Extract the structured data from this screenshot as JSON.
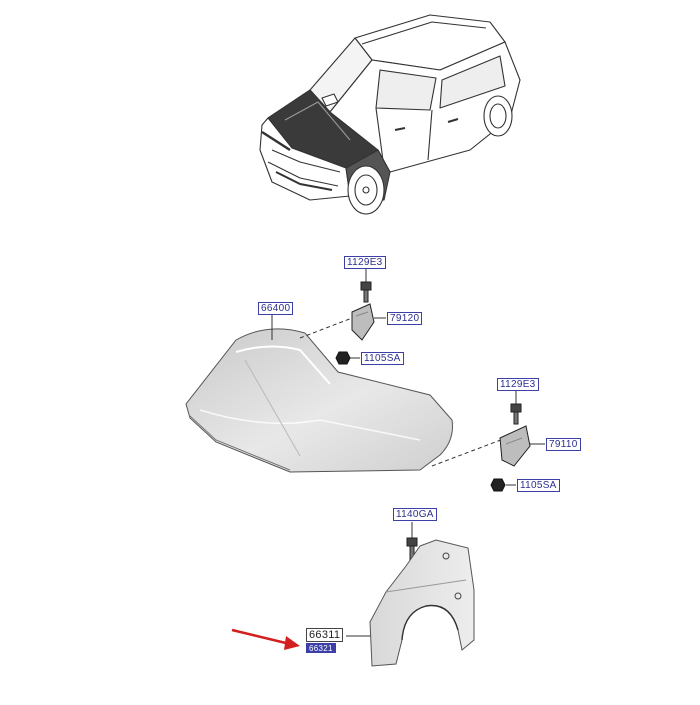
{
  "diagram": {
    "colors": {
      "line": "#333333",
      "panel": "#d4d4d4",
      "panel_light": "#e9e9e9",
      "callout": "#3b3fa6",
      "arrow": "#d21f1f"
    },
    "callouts": {
      "bolt_top": "1129E3",
      "hood": "66400",
      "hinge_left": "79120",
      "nut_left": "1105SA",
      "bolt_right": "1129E3",
      "hinge_right": "79110",
      "nut_right": "1105SA",
      "fender_bolt": "1140GA",
      "fender": "66311",
      "fender_sub": "66321"
    }
  }
}
